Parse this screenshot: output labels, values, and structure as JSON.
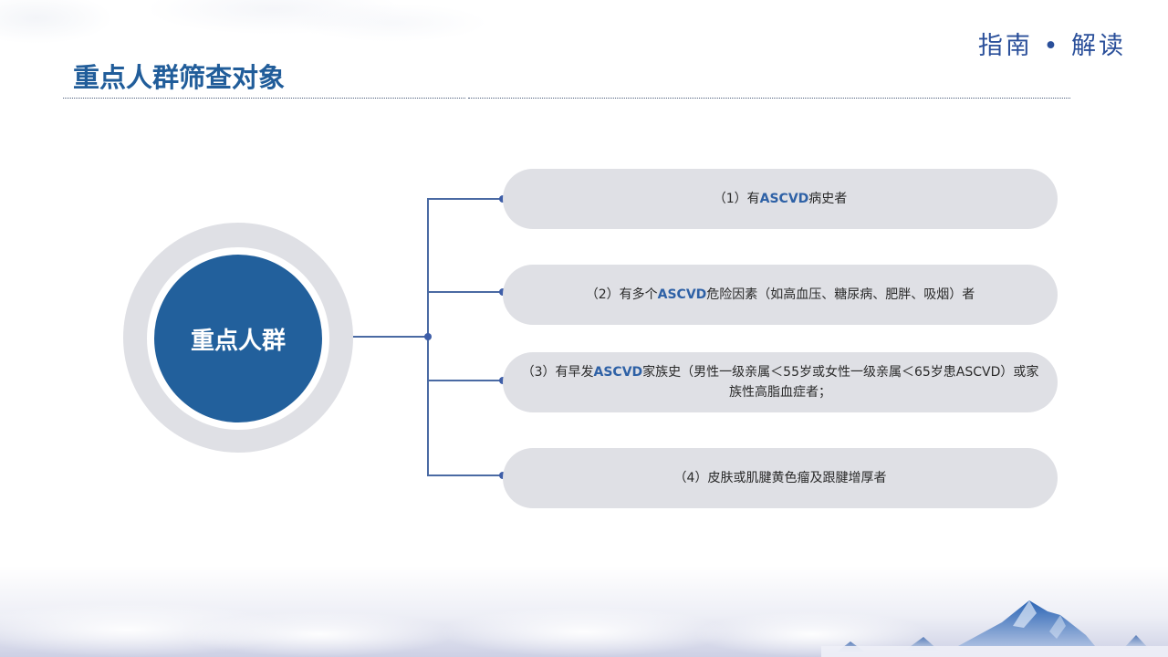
{
  "header": {
    "title": "重点人群筛查对象",
    "brand": "指南 • 解读"
  },
  "diagram": {
    "center_label": "重点人群",
    "items": [
      {
        "prefix": "（1）有",
        "highlight": "ASCVD",
        "suffix": "病史者",
        "line2": ""
      },
      {
        "prefix": "（2）有多个",
        "highlight": "ASCVD",
        "suffix": "危险因素（如高血压、糖尿病、肥胖、吸烟）者",
        "line2": ""
      },
      {
        "prefix": "（3）有早发",
        "highlight": "ASCVD",
        "suffix": "家族史（男性一级亲属＜55岁或女性一级亲属＜65岁患ASCVD）或家",
        "line2": "族性高脂血症者；"
      },
      {
        "prefix": "（4）皮肤或肌腱黄色瘤及跟腱增厚者",
        "highlight": "",
        "suffix": "",
        "line2": ""
      }
    ]
  },
  "colors": {
    "primary_blue": "#22609c",
    "title_blue": "#215d9a",
    "pill_gray": "#dfe0e5",
    "connector": "#4a6aa3",
    "highlight": "#2e61a6"
  }
}
